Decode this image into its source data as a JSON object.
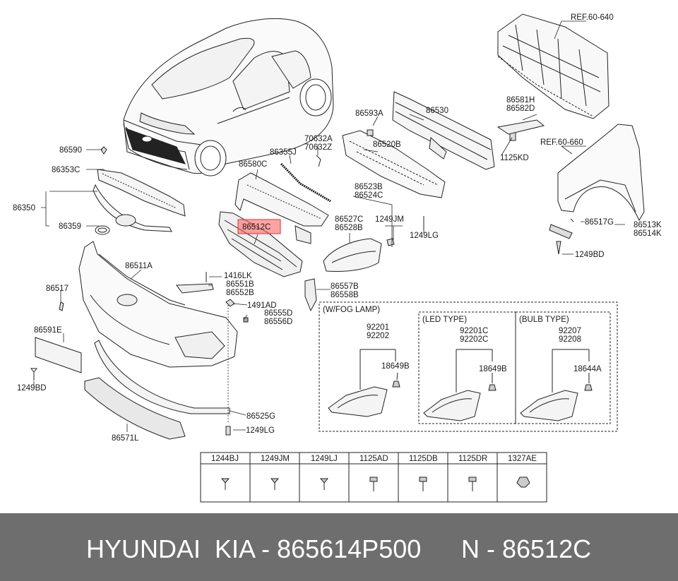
{
  "refs": {
    "ref_640": "REF.60-640",
    "ref_660": "REF.60-660"
  },
  "labels": {
    "p86590": "86590",
    "p86353C": "86353C",
    "p86350": "86350",
    "p86359": "86359",
    "p86580C": "86580C",
    "p86355J": "86355J",
    "p70632A": "70632A",
    "p70632Z": "70632Z",
    "p86593A": "86593A",
    "p86530": "86530",
    "p86520B": "86520B",
    "p86581H": "86581H",
    "p86582D": "86582D",
    "p1125KD": "1125KD",
    "p86523B": "86523B",
    "p86524C": "86524C",
    "p86527C": "86527C",
    "p86528B": "86528B",
    "p1249JM": "1249JM",
    "p1249LG_top": "1249LG",
    "p86512C": "86512C",
    "p86511A": "86511A",
    "p1416LK": "1416LK",
    "p86551B": "86551B",
    "p86552B": "86552B",
    "p86517": "86517",
    "p1491AD": "1491AD",
    "p86555D": "86555D",
    "p86556D": "86556D",
    "p86557B": "86557B",
    "p86558B": "86558B",
    "p86591E": "86591E",
    "p1249BD_left": "1249BD",
    "p86525G": "86525G",
    "p1249LG_bottom": "1249LG",
    "p86571L": "86571L",
    "p86517G": "86517G",
    "p86513K": "86513K",
    "p86514K": "86514K",
    "p1249BD_right": "1249BD"
  },
  "fog_box": {
    "title": "(W/FOG LAMP)",
    "led_title": "(LED TYPE)",
    "bulb_title": "(BULB TYPE)",
    "fog_parts": [
      "92201",
      "92202"
    ],
    "fog_bulb": "18649B",
    "led_parts": [
      "92201C",
      "92202C"
    ],
    "led_bulb": "18649B",
    "bulb_parts": [
      "92207",
      "92208"
    ],
    "bulb_bulb": "18644A"
  },
  "fastener_table": {
    "headers": [
      "1244BJ",
      "1249JM",
      "1249LJ",
      "1125AD",
      "1125DB",
      "1125DR",
      "1327AE"
    ]
  },
  "highlight": {
    "color": "#ff4040",
    "part": "86512C"
  },
  "footer": {
    "brand_text": "HYUNDAI  KIA - 865614P500",
    "part_text": "N - 86512C"
  }
}
